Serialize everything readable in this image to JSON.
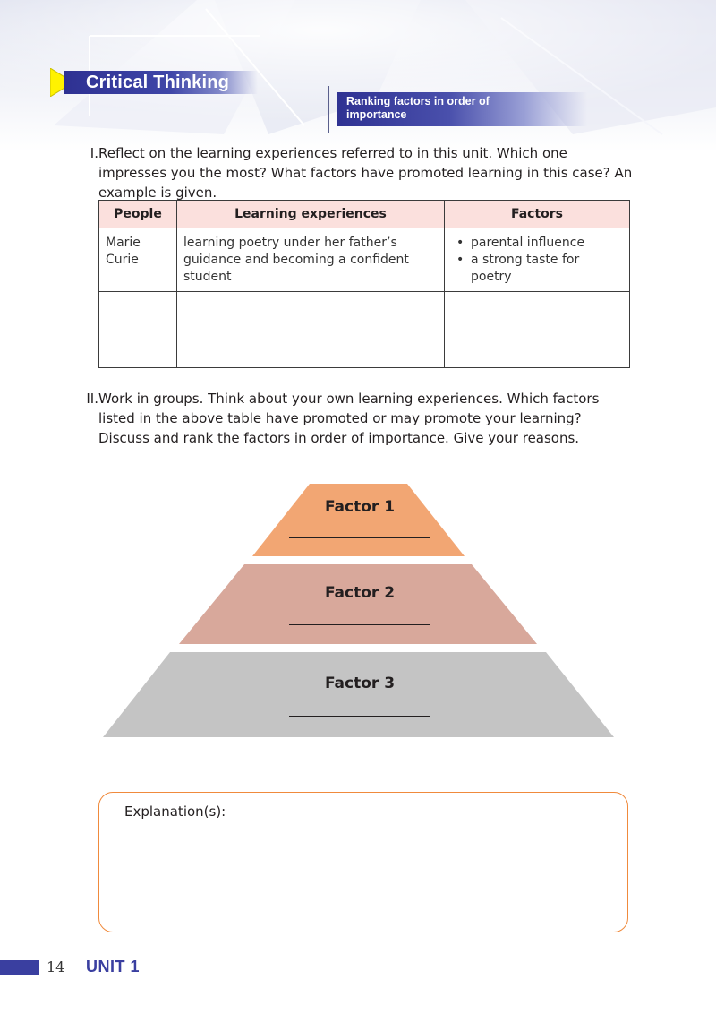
{
  "header": {
    "title": "Critical Thinking",
    "subtitle": "Ranking factors in order of importance"
  },
  "instructions": [
    {
      "number": "I.",
      "text": "Reflect on the learning experiences referred to in this unit. Which one impresses you the most? What factors have promoted learning in this case? An example is given."
    },
    {
      "number": "II.",
      "text": "Work in groups. Think about your own learning experiences. Which factors listed in the above table have promoted or may promote your learning? Discuss and rank the factors in order of importance. Give your reasons."
    }
  ],
  "table": {
    "headers": [
      "People",
      "Learning experiences",
      "Factors"
    ],
    "rows": [
      {
        "people": "Marie Curie",
        "experience": "learning poetry under her father’s guidance and becoming a confident student",
        "factors": [
          "parental influence",
          "a strong taste for poetry"
        ]
      },
      {
        "people": "",
        "experience": "",
        "factors": []
      }
    ],
    "header_color": "#fbe0dd"
  },
  "pyramid": {
    "tiers": [
      {
        "label": "Factor 1",
        "color": "#f2a673"
      },
      {
        "label": "Factor 2",
        "color": "#d8a89b"
      },
      {
        "label": "Factor 3",
        "color": "#c4c4c4"
      }
    ]
  },
  "explanation": {
    "label": "Explanation(s):",
    "border_color": "#f08a3c"
  },
  "footer": {
    "page_number": "14",
    "unit": "UNIT 1",
    "accent_color": "#3a3fa0"
  }
}
